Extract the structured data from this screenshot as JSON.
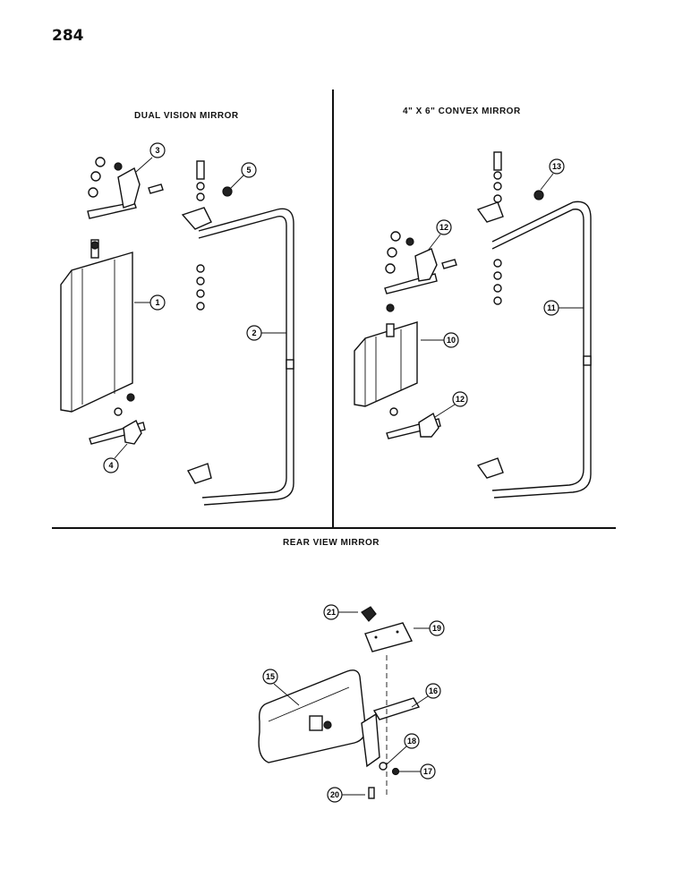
{
  "page_number": "284",
  "sections": {
    "dual_vision": {
      "title": "DUAL VISION MIRROR"
    },
    "convex": {
      "title": "4\" X 6\" CONVEX MIRROR"
    },
    "rear_view": {
      "title": "REAR VIEW MIRROR"
    }
  },
  "callouts": {
    "c1": "1",
    "c2": "2",
    "c3": "3",
    "c4": "4",
    "c5": "5",
    "c10": "10",
    "c11": "11",
    "c12a": "12",
    "c12b": "12",
    "c13": "13",
    "c15": "15",
    "c16": "16",
    "c17": "17",
    "c18": "18",
    "c19": "19",
    "c20": "20",
    "c21": "21"
  }
}
